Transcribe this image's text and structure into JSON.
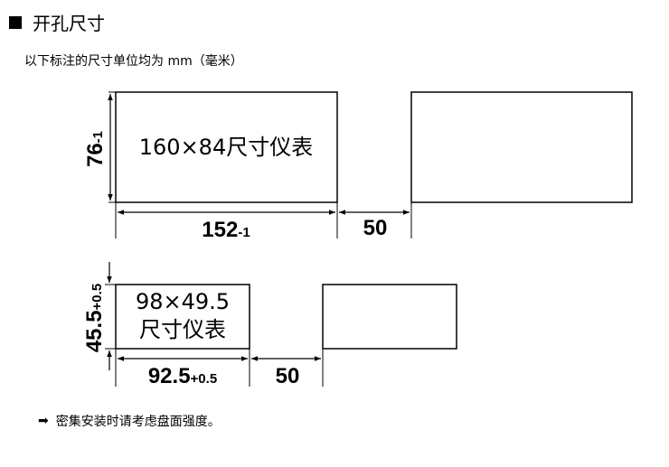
{
  "heading": {
    "title": "开孔尺寸"
  },
  "note": "以下标注的尺寸单位均为 mm（毫米）",
  "large": {
    "label": "160×84尺寸仪表",
    "height_main": "76",
    "height_tol": "-1",
    "width_main": "152",
    "width_tol": "-1",
    "gap": "50"
  },
  "small": {
    "label_line1": "98×49.5",
    "label_line2": "尺寸仪表",
    "height_main": "45.5",
    "height_tol": "+0.5",
    "width_main": "92.5",
    "width_tol": "+0.5",
    "gap": "50"
  },
  "footer": {
    "text": "密集安装时请考虑盘面强度。"
  },
  "icons": {
    "bullet": "square-bullet-icon",
    "note_arrow": "right-arrow-icon"
  }
}
